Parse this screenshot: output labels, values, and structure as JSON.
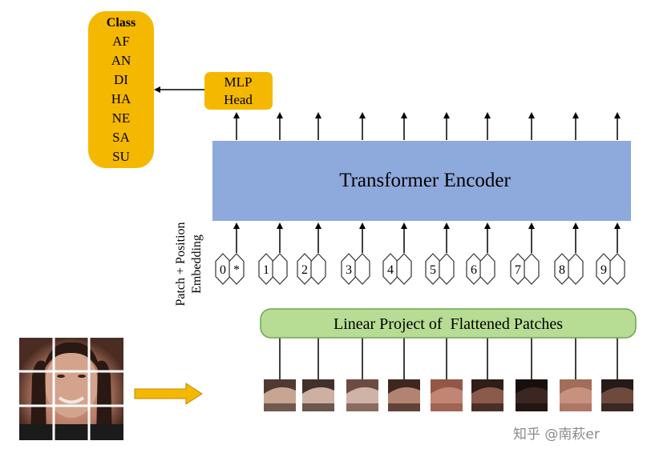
{
  "class_box": {
    "title": "Class",
    "items": [
      "AF",
      "AN",
      "DI",
      "HA",
      "NE",
      "SA",
      "SU"
    ]
  },
  "mlp_head": {
    "line1": "MLP",
    "line2": "Head"
  },
  "encoder": {
    "label": "Transformer Encoder"
  },
  "embedding": {
    "line1": "Patch + Position",
    "line2": "Embedding",
    "cls_index": "0",
    "cls_token": "*",
    "indices": [
      "1",
      "2",
      "3",
      "4",
      "5",
      "6",
      "7",
      "8",
      "9"
    ]
  },
  "projection": {
    "label": "Linear Project of  Flattened Patches"
  },
  "watermark": "知乎 @南萩er",
  "colors": {
    "class_fill": "#f5b800",
    "mlp_fill": "#f5b800",
    "encoder_fill": "#8ea9db",
    "projection_fill": "#b7dc94",
    "projection_stroke": "#6aa84f",
    "arrow_orange": "#f5b800",
    "grid_line": "#ffffff"
  },
  "icons": {
    "input_image": "face-photo-3x3-grid-image",
    "patch": "face-patch-image",
    "arrow": "right-arrow-icon"
  }
}
